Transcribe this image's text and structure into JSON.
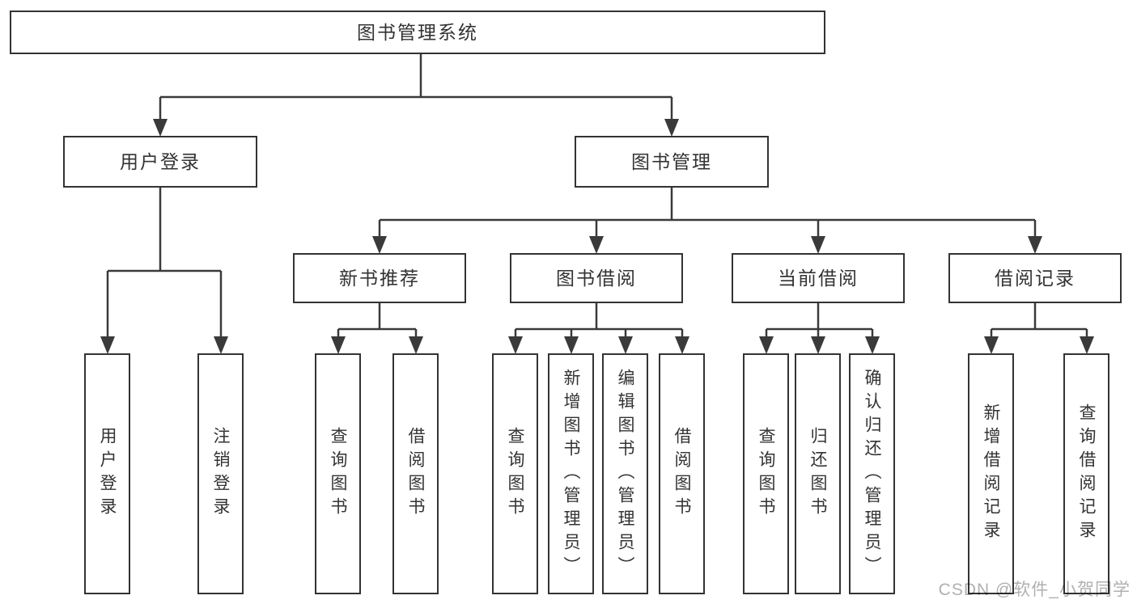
{
  "tree": {
    "label": "图书管理系统",
    "children": [
      {
        "label": "用户登录",
        "children": [
          {
            "label": "用户登录"
          },
          {
            "label": "注销登录"
          }
        ]
      },
      {
        "label": "图书管理",
        "children": [
          {
            "label": "新书推荐",
            "children": [
              {
                "label": "查询图书"
              },
              {
                "label": "借阅图书"
              }
            ]
          },
          {
            "label": "图书借阅",
            "children": [
              {
                "label": "查询图书"
              },
              {
                "label": "新增图书（管理员）"
              },
              {
                "label": "编辑图书（管理员）"
              },
              {
                "label": "借阅图书"
              }
            ]
          },
          {
            "label": "当前借阅",
            "children": [
              {
                "label": "查询图书"
              },
              {
                "label": "归还图书"
              },
              {
                "label": "确认归还（管理员）"
              }
            ]
          },
          {
            "label": "借阅记录",
            "children": [
              {
                "label": "新增借阅记录"
              },
              {
                "label": "查询借阅记录"
              }
            ]
          }
        ]
      }
    ]
  },
  "watermark": {
    "text": "CSDN @软件_小贺同学"
  },
  "colors": {
    "line": "#3a3a3a",
    "box_border": "#333333",
    "text": "#333333",
    "watermark": "#b0b0b0",
    "background": "#ffffff"
  }
}
